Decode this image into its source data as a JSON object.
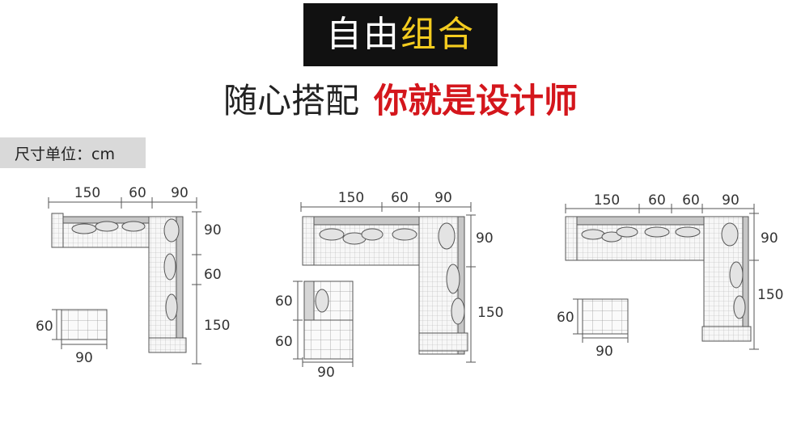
{
  "title": {
    "part1": "自由",
    "part2": "组合"
  },
  "subtitle": {
    "part1": "随心搭配",
    "part2": "你就是设计师"
  },
  "unit_label": "尺寸单位：cm",
  "layouts": [
    {
      "top_dims": [
        "150",
        "60",
        "90"
      ],
      "side_dims": [
        "90",
        "60",
        "150"
      ],
      "ottoman_dims": {
        "width": "90",
        "depth": "60"
      }
    },
    {
      "top_dims": [
        "150",
        "60",
        "90"
      ],
      "side_dims": [
        "90",
        "150"
      ],
      "ottoman_dims": {
        "width": "90",
        "depth_top": "60",
        "depth_bottom": "60"
      }
    },
    {
      "top_dims": [
        "150",
        "60",
        "60",
        "90"
      ],
      "side_dims": [
        "90",
        "150"
      ],
      "ottoman_dims": {
        "width": "90",
        "depth": "60"
      }
    }
  ],
  "colors": {
    "title_bg": "#111111",
    "title_gold": "#f4cc1f",
    "accent_red": "#d4161c",
    "unit_bar": "#d9d9d9"
  }
}
